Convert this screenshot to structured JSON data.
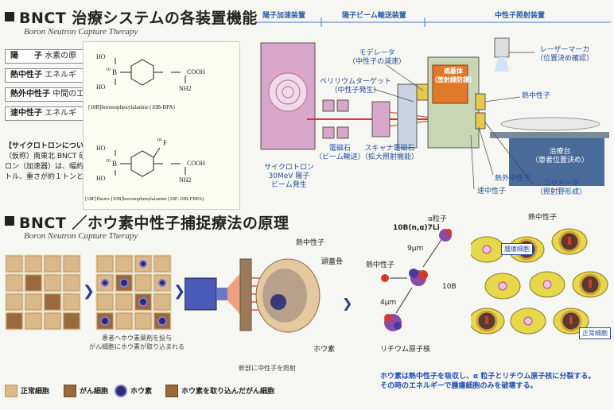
{
  "top": {
    "title": "BNCT 治療システムの各装置機能",
    "subtitle": "Boron Neutron Capture Therapy",
    "rows": [
      {
        "label": "陽　　子",
        "text": "水素の原"
      },
      {
        "label": "熱中性子",
        "text": "エネルギ"
      },
      {
        "label": "熱外中性子",
        "text": "中間の工"
      },
      {
        "label": "速中性子",
        "text": "エネルギ"
      }
    ],
    "note_lines": [
      "【サイクロトロンについて",
      "（仮称）南東北 BNCT 研",
      "ロン（加速器）は、幅約３",
      "トル、重さが約１トンと"
    ]
  },
  "chem": {
    "bpa_formula": "HO–B(OH)–C6H4–CH2–CH(NH2)–COOH",
    "bpa_caption": "[10B]boronophenylalanine (10B-BPA)",
    "fbpa_caption": "[18F]fluoro-[10B]boronophenylalanine (18F-10B-FBPA)",
    "atoms": {
      "ho": "HO",
      "b": "B",
      "b_iso": "10",
      "cooh": "COOH",
      "nh2": "NH2",
      "f": "F",
      "f_iso": "18"
    }
  },
  "system": {
    "headers": [
      "陽子加速装置",
      "陽子ビーム輸送装置",
      "中性子照射装置"
    ],
    "cyclotron_label": [
      "サイクロトロン",
      "30MeV 陽子",
      "ビーム発生"
    ],
    "magnet1": [
      "電磁石",
      "（ビーム輸送）"
    ],
    "magnet2": [
      "スキャナ電磁石",
      "（拡大照射機能）"
    ],
    "moderator": [
      "モデレータ",
      "（中性子の減速）"
    ],
    "beryllium": [
      "ベリリウムターゲット",
      "（中性子発生）"
    ],
    "shield": [
      "遮蔽体",
      "（放射線防護）"
    ],
    "laser": [
      "レーザーマーカ",
      "（位置決め確認）"
    ],
    "thermal": "熱中性子",
    "epithermal": "熱外中性子",
    "fast": "速中性子",
    "collimator": [
      "コリメータ",
      "（照射野形成）"
    ],
    "bed": [
      "治療台",
      "（患者位置決め）"
    ]
  },
  "bottom": {
    "title": "BNCT ／ホウ素中性子捕捉療法の原理",
    "subtitle": "Boron Neutron Capture Therapy",
    "step_caption": [
      "患者へホウ素薬剤を投与",
      "がん細胞にホウ素が取り込まれる"
    ],
    "irradiate_caption": "幹部に中性子を照射",
    "head_labels": {
      "thermal": "熱中性子",
      "skull": "頭蓋骨",
      "boron": "ホウ素"
    },
    "legend": [
      "正常細胞",
      "がん細胞",
      "ホウ素",
      "ホウ素を取り込んだがん細胞"
    ],
    "colors": {
      "normal": "#d9b98a",
      "cancer": "#9a6a3e",
      "boron": "#2a2a7a",
      "neutron_red": "#d23a2a"
    }
  },
  "reaction": {
    "equation": "10B(n,α)7Li",
    "alpha": "α粒子",
    "thermal": "熱中性子",
    "dist1": "9μm",
    "dist2": "4μm",
    "b10": "10B",
    "lithium": "リチウム原子核"
  },
  "cells": {
    "thermal": "熱中性子",
    "tumor": "腫瘍細胞",
    "normal": "正常細胞"
  },
  "footer": [
    "ホウ素は熱中性子を吸収し、α 粒子とリチウム原子核に分裂する。",
    "その時のエネルギーで腫瘍細胞のみを破壊する。"
  ]
}
